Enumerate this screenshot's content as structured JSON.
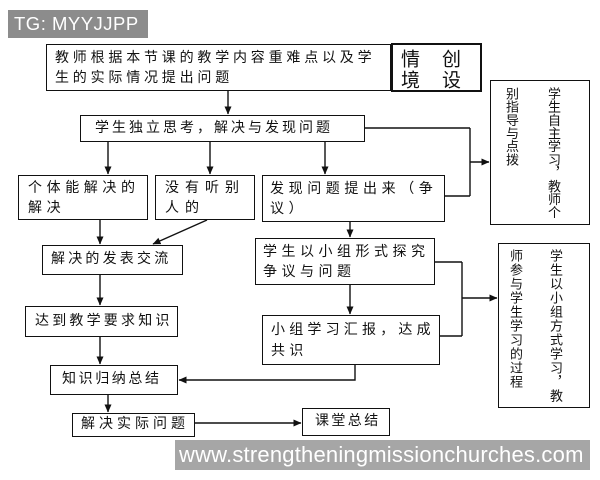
{
  "header": {
    "tag": "TG: MYYJJPP"
  },
  "flowchart": {
    "nodes": {
      "teacher_question": {
        "lines": [
          "教师根据本节课的教学内容重难点以及学",
          "生的实际情况提出问题"
        ]
      },
      "scenario": {
        "lines": [
          "创设",
          "情境"
        ]
      },
      "independent_thinking": {
        "lines": [
          "学生独立思考，解决与发现问题"
        ]
      },
      "self_study": {
        "lines": [
          "学生自主学习，教师个",
          "别指导与点拨"
        ]
      },
      "individual_solve": {
        "lines": [
          "个体能解决的",
          "解决"
        ]
      },
      "not_listened": {
        "lines": [
          "没有听别",
          "人的"
        ]
      },
      "raise_issue": {
        "lines": [
          "发现问题提出来（争",
          "议）"
        ]
      },
      "share": {
        "lines": [
          "解决的发表交流"
        ]
      },
      "group_explore": {
        "lines": [
          "学生以小组形式探究",
          "争议与问题"
        ]
      },
      "group_study": {
        "lines": [
          "学生以小组方式学习，教",
          "师参与学生学习的过程"
        ]
      },
      "meet_requirements": {
        "lines": [
          "达到教学要求知识"
        ]
      },
      "group_report": {
        "lines": [
          "小组学习汇报，达成",
          "共识"
        ]
      },
      "summarize": {
        "lines": [
          "知识归纳总结"
        ]
      },
      "apply": {
        "lines": [
          "解决实际问题"
        ]
      },
      "class_summary": {
        "lines": [
          "课堂总结"
        ]
      }
    }
  },
  "watermark": {
    "text": "www.strengtheningmissionchurches.com"
  },
  "colors": {
    "line": "#111111",
    "tag_background": "#8c8c8c",
    "watermark_background": "#a6a6a6",
    "label_text": "#ffffff"
  }
}
